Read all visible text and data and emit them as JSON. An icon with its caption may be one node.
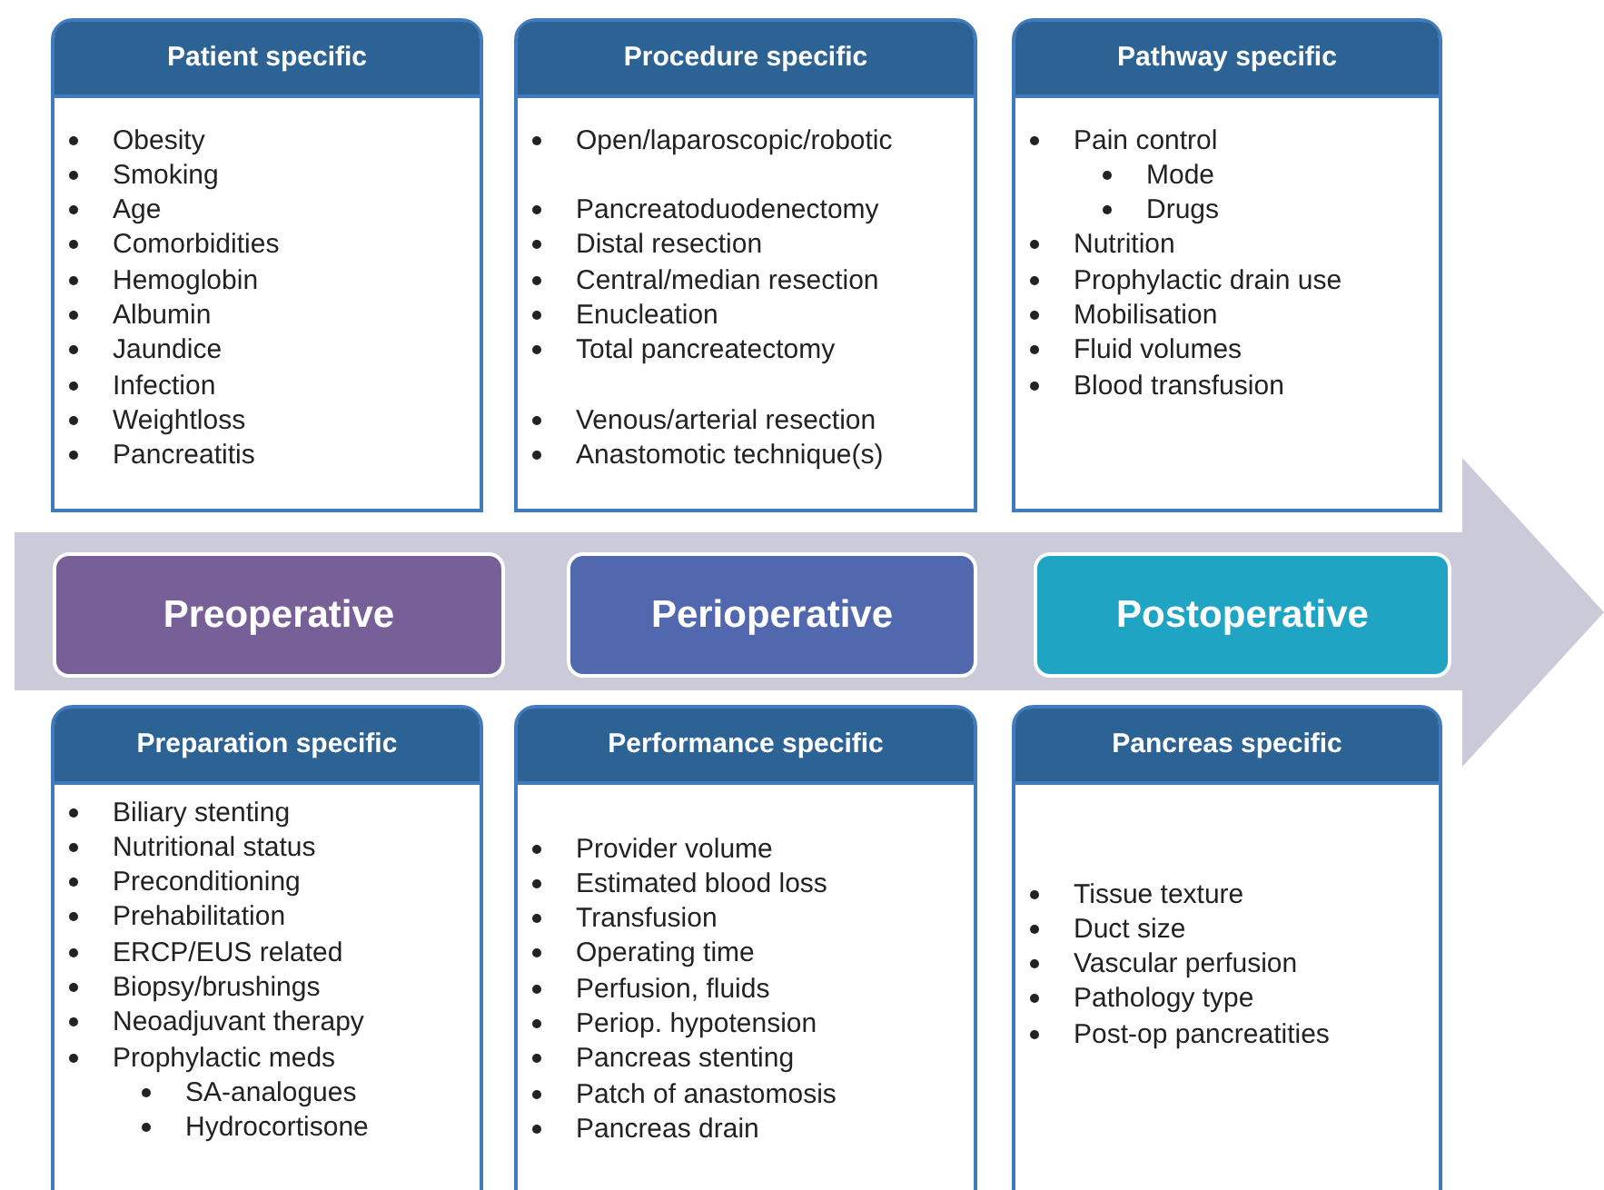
{
  "diagram": {
    "nodes": [
      {
        "text": [
          "Patient specific",
          "Obesity",
          "Smoking",
          "Age",
          "Comorbidities",
          "Hemoglobin",
          "Albumin",
          "Jaundice",
          "Infection",
          "Weightloss",
          "Pancreatitis"
        ]
      },
      {
        "text": [
          "Procedure specific",
          "Open/laparoscopic/robotic",
          "Pancreatoduodenectomy",
          "Distal resection",
          "Central/median resection",
          "Enucleation",
          "Total pancreatectomy",
          "Venous/arterial resection",
          "Anastomotic technique(s)"
        ]
      },
      {
        "text": [
          "Pathway specific",
          "Pain control",
          "Mode",
          "Drugs",
          "Nutrition",
          "Prophylactic drain use",
          "Mobilisation",
          "Fluid volumes",
          "Blood transfusion"
        ]
      },
      {
        "text": [],
        "shape": "arrow"
      },
      {
        "text": [
          "Preoperative"
        ],
        "in": 3
      },
      {
        "text": [
          "Perioperative"
        ],
        "in": 3
      },
      {
        "text": [
          "Postoperative"
        ],
        "in": 3
      },
      {
        "text": [
          "Preparation specific",
          "Biliary stenting",
          "Nutritional status",
          "Preconditioning",
          "Prehabilitation",
          "ERCP/EUS related",
          "Biopsy/brushings",
          "Neoadjuvant therapy",
          "Prophylactic meds",
          "SA-analogues",
          "Hydrocortisone"
        ]
      },
      {
        "text": [
          "Performance specific",
          "Provider volume",
          "Estimated blood loss",
          "Transfusion",
          "Operating time",
          "Perfusion, fluids",
          "Periop. hypotension",
          "Pancreas stenting",
          "Patch of anastomosis",
          "Pancreas drain"
        ]
      },
      {
        "text": [
          "Pancreas specific",
          "Tissue texture",
          "Duct size",
          "Vascular perfusion",
          "Pathology type",
          "Post-op pancreatities"
        ]
      }
    ],
    "edges": []
  }
}
